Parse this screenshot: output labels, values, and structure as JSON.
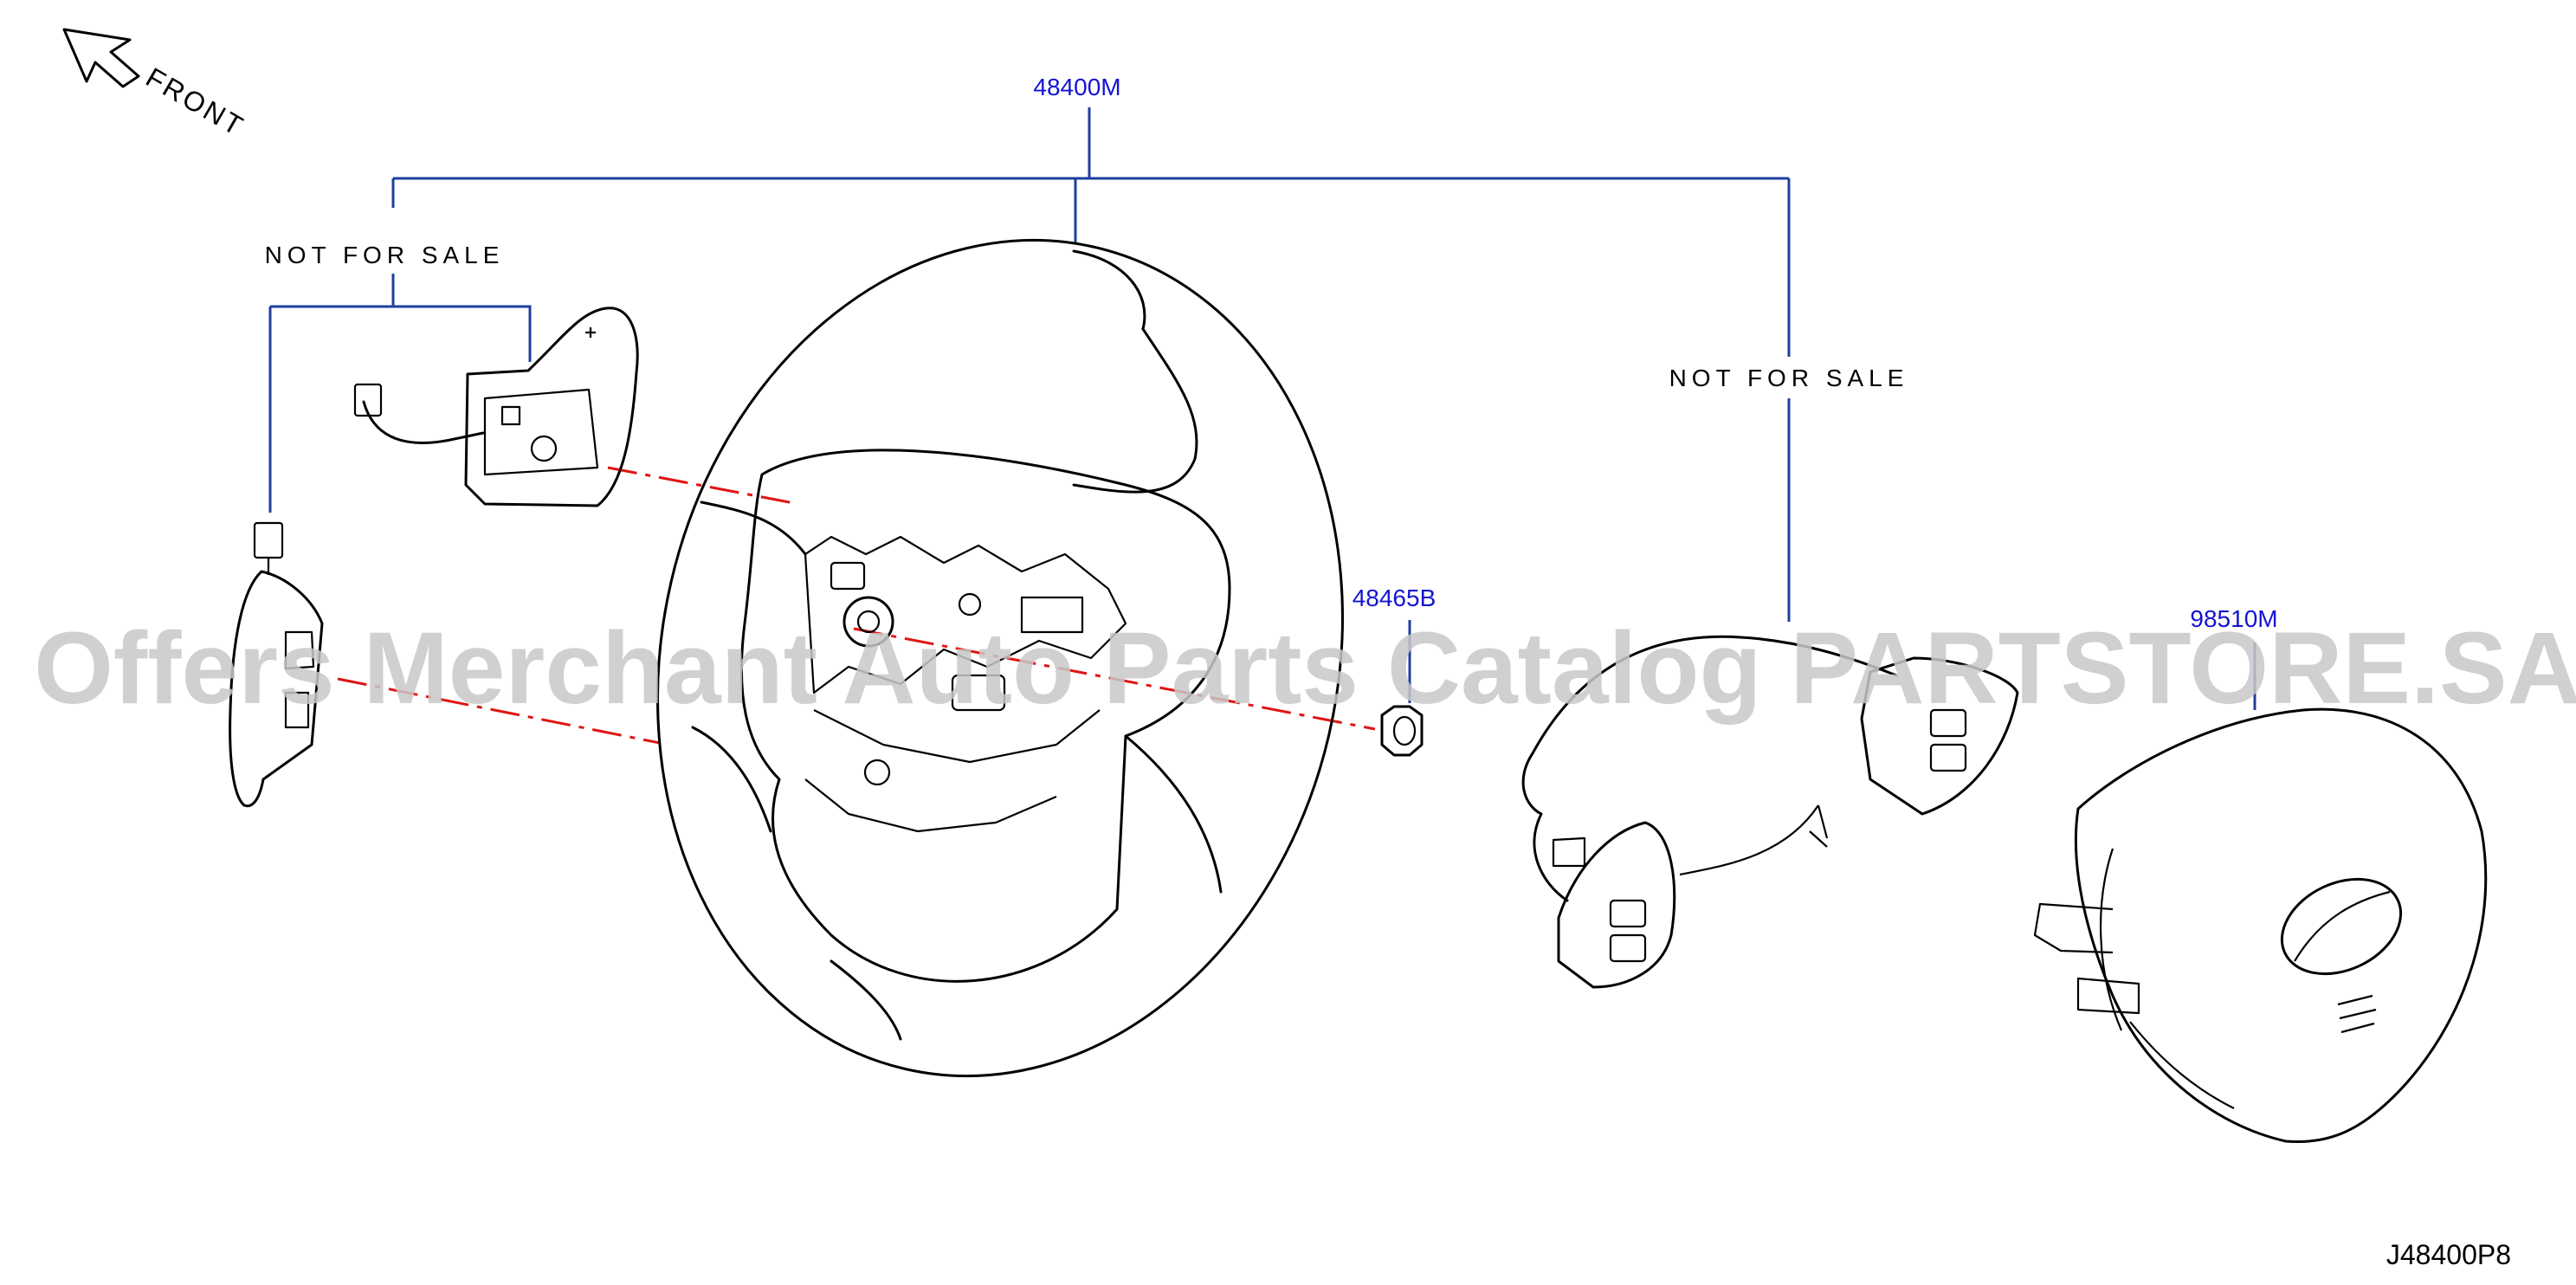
{
  "front_label": "FRONT",
  "watermark": "Offers Merchant Auto Parts Catalog PARTSTORE.SA",
  "diagram_ref": "J48400P8",
  "parts": {
    "steering_wheel": "48400M",
    "nut": "48465B",
    "airbag_module": "98510M"
  },
  "not_for_sale_left": "NOT FOR SALE",
  "not_for_sale_right": "NOT FOR SALE",
  "colors": {
    "callout_line": "#1f3f9f",
    "part_number_text": "#1414d2",
    "center_axis": "#e11414",
    "watermark": "#c8c8c8"
  }
}
